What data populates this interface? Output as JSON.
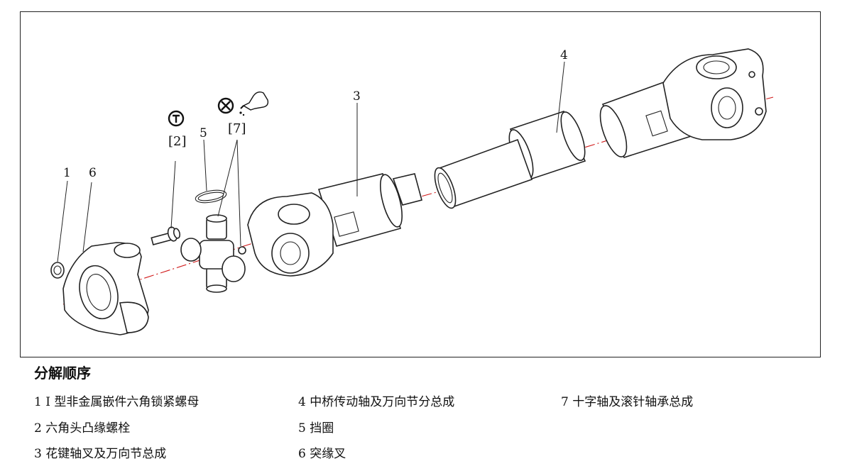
{
  "callouts": {
    "c1": "1",
    "c6": "6",
    "c5": "5",
    "c3": "3",
    "c4": "4",
    "c2_bracket": "[2]",
    "c7_bracket": "[7]"
  },
  "icons": {
    "torque": "torque-symbol-icon",
    "no_grease": "no-grease-icon",
    "grease_gun": "grease-gun-icon"
  },
  "colors": {
    "axis_line": "#d01818"
  },
  "legend": {
    "title": "分解顺序",
    "items": [
      "1 I 型非金属嵌件六角锁紧螺母",
      "2  六角头凸缘螺栓",
      "3  花键轴叉及万向节总成",
      "4  中桥传动轴及万向节分总成",
      "5  挡圈",
      "6  突缘叉",
      "7 十字轴及滚针轴承总成"
    ]
  }
}
